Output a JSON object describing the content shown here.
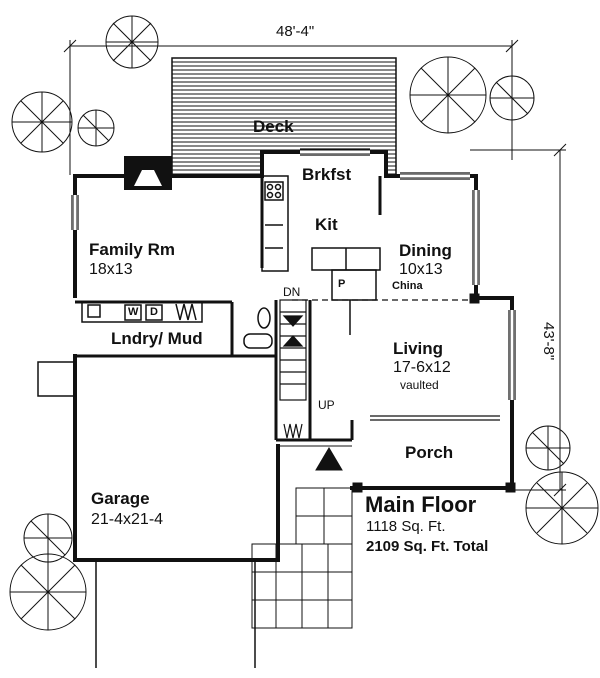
{
  "dimensions": {
    "width": "48'-4\"",
    "depth": "43'-8\""
  },
  "rooms": {
    "deck": {
      "name": "Deck"
    },
    "breakfast": {
      "name": "Brkfst"
    },
    "kitchen": {
      "name": "Kit"
    },
    "family": {
      "name": "Family Rm",
      "size": "18x13"
    },
    "dining": {
      "name": "Dining",
      "size": "10x13"
    },
    "laundry": {
      "name": "Lndry/ Mud"
    },
    "living": {
      "name": "Living",
      "size": "17-6x12",
      "note": "vaulted"
    },
    "porch": {
      "name": "Porch"
    },
    "garage": {
      "name": "Garage",
      "size": "21-4x21-4"
    }
  },
  "fixtures": {
    "china": "China",
    "pantry": "P",
    "washer": "W",
    "dryer": "D",
    "stairs_down": "DN",
    "stairs_up": "UP"
  },
  "summary": {
    "title": "Main Floor",
    "area_value": "1118",
    "area_unit": "Sq. Ft.",
    "total_value": "2109",
    "total_unit": "Sq. Ft. Total"
  },
  "colors": {
    "ink": "#111111",
    "paper": "#ffffff"
  }
}
